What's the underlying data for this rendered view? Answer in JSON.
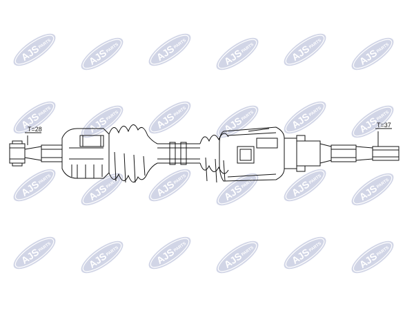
{
  "watermark": {
    "brand": "AJS",
    "suffix": "PARTS",
    "color": "#2f3f8f",
    "emblem": "ajs-parts-logo"
  },
  "drawing": {
    "left_spline_label": "T=28",
    "right_spline_label": "T=37",
    "line_color": "#111111"
  }
}
